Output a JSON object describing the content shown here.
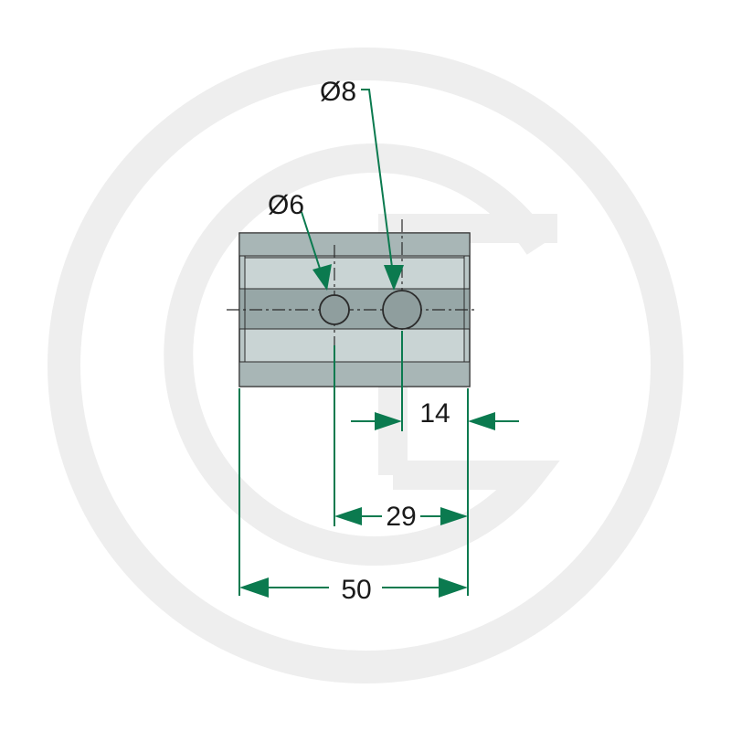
{
  "colors": {
    "dimension": "#0b7a4f",
    "part_fill": "#b9c6c6",
    "part_light": "#c9d4d4",
    "part_dark": "#8f9e9e",
    "outline": "#2b2b2b",
    "watermark": "#eeeeee"
  },
  "labels": {
    "hole_small": "Ø6",
    "hole_large": "Ø8",
    "dim_14": "14",
    "dim_29": "29",
    "dim_50": "50"
  }
}
